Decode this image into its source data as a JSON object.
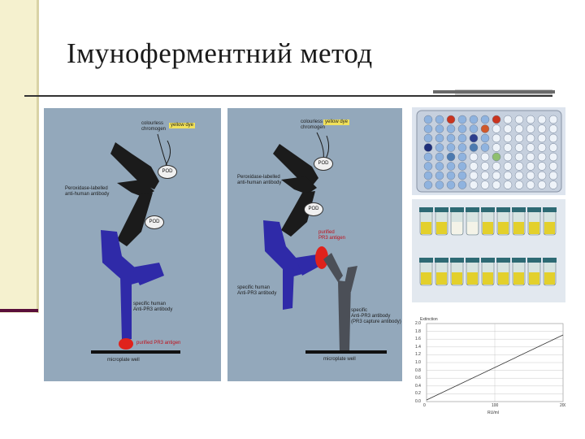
{
  "slide": {
    "title": "Імуноферментний метод"
  },
  "diagram_left": {
    "chromogen_label_a": "colourless",
    "chromogen_label_b": "chromogen",
    "yellow_dye": "yellow dye",
    "pod_top": "POD",
    "pod_bottom": "POD",
    "enzyme_antibody_a": "Peroxidase-labelled",
    "enzyme_antibody_b": "anti-human antibody",
    "specific_antibody_a": "specific human",
    "specific_antibody_b": "Anti-PR3 antibody",
    "antigen": "purified PR3 antigen",
    "well": "microplate well"
  },
  "diagram_right": {
    "chromogen_label_a": "colourless",
    "chromogen_label_b": "chromogen",
    "yellow_dye": "yellow dye",
    "pod_top": "POD",
    "pod_bottom": "POD",
    "enzyme_antibody_a": "Peroxidase-labelled",
    "enzyme_antibody_b": "anti-human antibody",
    "antigen_a": "purified",
    "antigen_b": "PR3 antigen",
    "specific_antibody_a": "specific human",
    "specific_antibody_b": "Anti-PR3 antibody",
    "capture_antibody_a": "specific",
    "capture_antibody_b": "Anti-PR3 antibody",
    "capture_antibody_c": "(PR3 capture antibody)",
    "well": "microplate well"
  },
  "graph": {
    "ylabel": "Extinction",
    "yticks": [
      "2.0",
      "1.8",
      "1.6",
      "1.4",
      "1.2",
      "1.0",
      "0.8",
      "0.6",
      "0.4",
      "0.2",
      "0.0"
    ],
    "xticks": [
      "0",
      "100",
      "200"
    ],
    "xlabel": "RU/ml"
  },
  "colors": {
    "panel": "#93a8bb",
    "antibody_black": "#1b1b1b",
    "antibody_blue": "#2f2aa8",
    "antibody_dark": "#4b4f57",
    "antigen_red": "#e0221c",
    "yellow": "#e9d93b",
    "title_accent": "#5a0f3a"
  }
}
